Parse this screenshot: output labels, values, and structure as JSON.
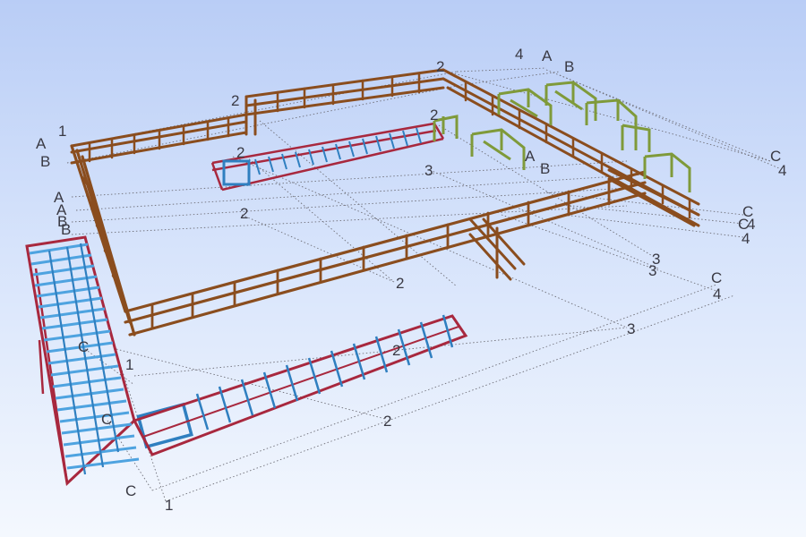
{
  "grid_labels": {
    "g1": "1",
    "g2": "A",
    "g3": "B",
    "g4": "2",
    "g5": "2",
    "g6": "4",
    "g7": "A",
    "g8": "B",
    "g9": "2",
    "g10": "2",
    "g11": "A",
    "g12": "A",
    "g13": "B",
    "g14": "B",
    "g15": "2",
    "g16": "3",
    "g17": "A",
    "g18": "B",
    "g19": "C",
    "g20": "4",
    "g21": "C",
    "g22": "C",
    "g23": "4",
    "g24": "4",
    "g25": "3",
    "g26": "3",
    "g27": "C",
    "g28": "4",
    "g29": "2",
    "g30": "3",
    "g31": "C",
    "g32": "1",
    "g33": "C",
    "g34": "2",
    "g35": "2",
    "g36": "C",
    "g37": "1"
  },
  "colors": {
    "background_top": "#b9cdf6",
    "background_bottom": "#f4f8fe",
    "brown_steel": "#8a4d1e",
    "red_steel": "#a8283e",
    "blue_steel": "#2f7fc0",
    "green_steel": "#7f9a3a",
    "grid_line": "#6f6f78"
  }
}
